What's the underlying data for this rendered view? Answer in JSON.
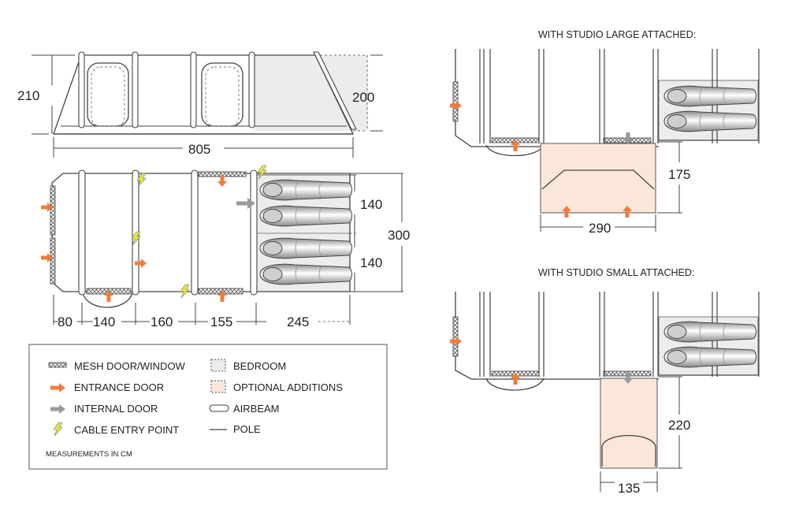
{
  "dimensions": {
    "height_front": "210",
    "height_rear": "200",
    "total_length": "805",
    "width": "300",
    "bedroom_depth_1": "140",
    "bedroom_depth_2": "140",
    "seg_1": "80",
    "seg_2": "140",
    "seg_3": "160",
    "seg_4": "155",
    "seg_5": "245"
  },
  "studio_large": {
    "title": "WITH STUDIO LARGE ATTACHED:",
    "depth": "175",
    "width": "290"
  },
  "studio_small": {
    "title": "WITH STUDIO SMALL ATTACHED:",
    "depth": "220",
    "width": "135"
  },
  "legend": {
    "mesh": "MESH DOOR/WINDOW",
    "entrance": "ENTRANCE DOOR",
    "internal": "INTERNAL DOOR",
    "cable": "CABLE ENTRY POINT",
    "bedroom": "BEDROOM",
    "optional": "OPTIONAL ADDITIONS",
    "airbeam": "AIRBEAM",
    "pole": "POLE",
    "note": "MEASUREMENTS IN CM"
  },
  "colors": {
    "entrance_arrow": "#ee7d3b",
    "internal_arrow": "#9a9a9a",
    "cable_bolt": "#e5e53a",
    "bedroom_fill": "#ececea",
    "optional_fill": "#fbe7d9",
    "line": "#444444"
  }
}
